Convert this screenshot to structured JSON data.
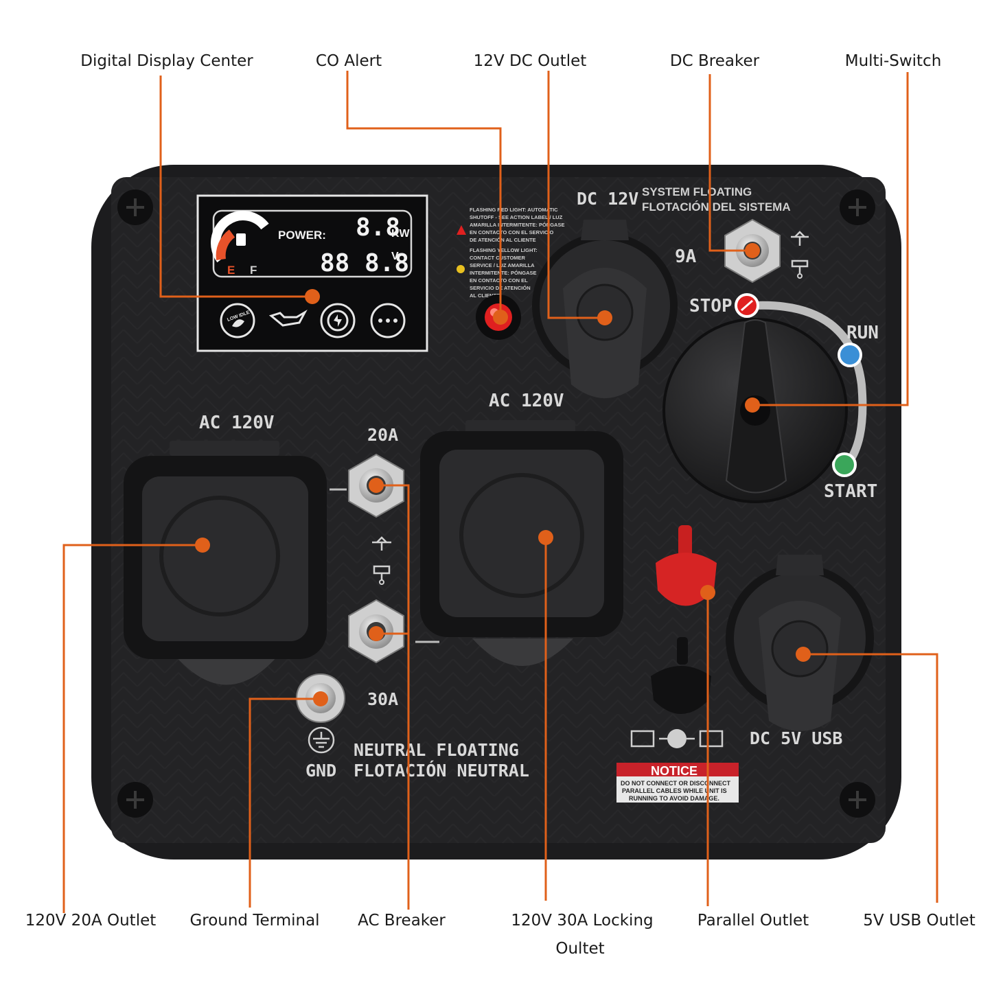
{
  "callouts": {
    "digital_display": "Digital Display Center",
    "co_alert": "CO Alert",
    "dc_outlet": "12V DC Outlet",
    "dc_breaker": "DC Breaker",
    "multi_switch": "Multi-Switch",
    "outlet_20a": "120V 20A Outlet",
    "ground_terminal": "Ground Terminal",
    "ac_breaker": "AC Breaker",
    "locking_outlet_line1": "120V 30A Locking",
    "locking_outlet_line2": "Oultet",
    "parallel_outlet": "Parallel Outlet",
    "usb_outlet": "5V USB Outlet"
  },
  "lcd": {
    "power_label": "POWER:",
    "power_value": "8.8",
    "power_unit": "KW",
    "voltage_value": "88 8.8",
    "voltage_unit": "V",
    "fuel_empty": "E",
    "fuel_full": "F",
    "low_idle": "LOW IDLE"
  },
  "warning": {
    "red_light": [
      "FLASHING RED LIGHT: AUTOMATIC",
      "SHUTOFF - SEE ACTION LABEL / LUZ",
      "AMARILLA INTERMITENTE: PÓNGASE",
      "EN CONTACTO CON EL SERVICIO",
      "DE ATENCIÓN AL CLIENTE"
    ],
    "yellow_light": [
      "FLASHING YELLOW LIGHT:",
      "CONTACT CUSTOMER",
      "SERVICE / LUZ AMARILLA",
      "INTERMITENTE: PÓNGASE",
      "EN CONTACTO CON EL",
      "SERVICIO DE ATENCIÓN",
      "AL CLIENTE"
    ]
  },
  "panel": {
    "dc12v": "DC 12V",
    "system_floating": "SYSTEM FLOATING",
    "system_floating_es": "FLOTACIÓN DEL SISTEMA",
    "dc_amps": "9A",
    "stop": "STOP",
    "run": "RUN",
    "start": "START",
    "ac120v_left": "AC 120V",
    "ac120v_center": "AC 120V",
    "breaker_20a": "20A",
    "breaker_30a": "30A",
    "gnd": "GND",
    "neutral_floating": "NEUTRAL FLOATING",
    "neutral_floating_es": "FLOTACIÓN NEUTRAL",
    "dc_5v_usb": "DC 5V USB",
    "notice_title": "NOTICE",
    "notice_lines": [
      "DO NOT CONNECT OR DISCONNECT",
      "PARALLEL CABLES WHILE UNIT IS",
      "RUNNING TO AVOID DAMAGE."
    ]
  },
  "colors": {
    "leader": "#e0601a",
    "panel": "#1f1f21",
    "alert_red": "#e02020",
    "run_blue": "#3a8fd6",
    "start_green": "#3aa65a"
  }
}
